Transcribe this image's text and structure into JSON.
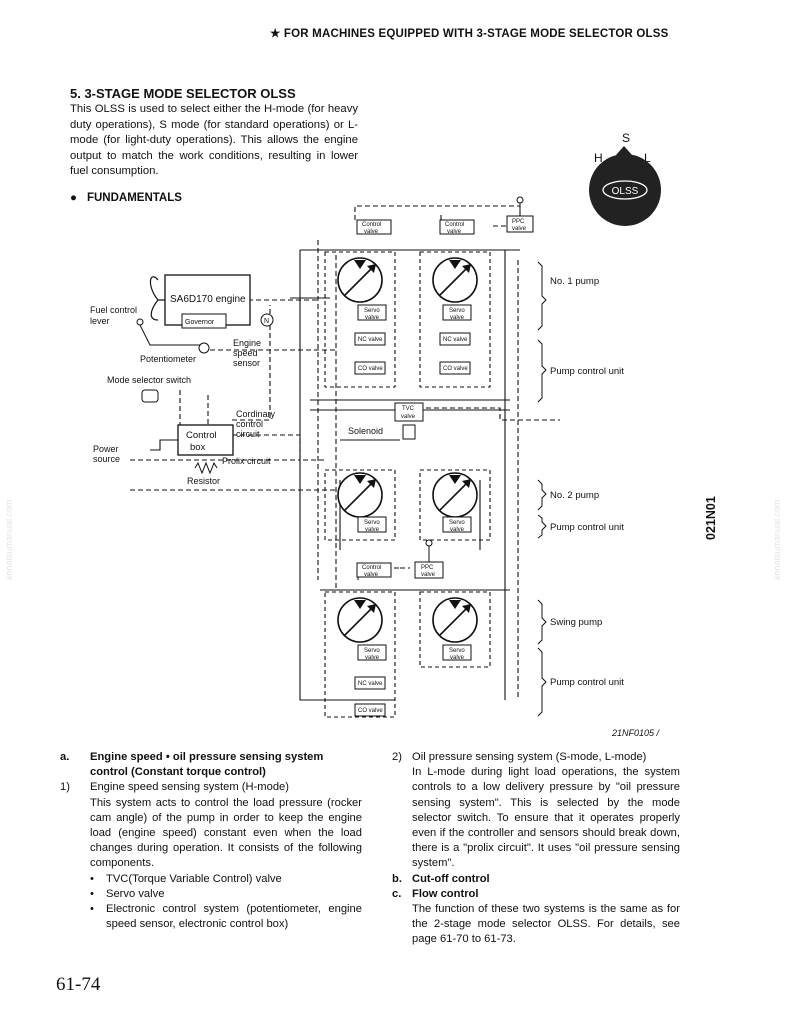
{
  "header": {
    "text": "★  FOR MACHINES EQUIPPED WITH 3-STAGE MODE SELECTOR OLSS"
  },
  "section": {
    "title": "5.  3-STAGE MODE SELECTOR OLSS",
    "intro": "This OLSS is used to select either the H-mode (for heavy duty operations), S mode (for standard operations) or L-mode (for light-duty operations). This allows the engine output to match the work conditions, resulting in lower fuel consumption."
  },
  "selector": {
    "s": "S",
    "h": "H",
    "l": "L",
    "center": "OLSS"
  },
  "fundamentals": {
    "bullet": "●",
    "label": "FUNDAMENTALS"
  },
  "diagram": {
    "engine": "SA6D170 engine",
    "governor": "Governor",
    "fuel_lever": [
      "Fuel control",
      "lever"
    ],
    "potentiometer": "Potentiometer",
    "speed_sensor": [
      "Engine",
      "speed",
      "sensor"
    ],
    "mode_switch": "Mode selector switch",
    "control_box": [
      "Control",
      "box"
    ],
    "ordinary_circuit": [
      "Cordinary",
      "control",
      "circuit"
    ],
    "power_source": [
      "Power",
      "source"
    ],
    "prolix": "Prolix circuit",
    "resistor": "Resistor",
    "solenoid": "Solenoid",
    "tvc": [
      "TVC",
      "valve"
    ],
    "control_valve": [
      "Control",
      "valve"
    ],
    "ppc_valve": [
      "PPC",
      "valve"
    ],
    "servo_valve": [
      "Servo",
      "valve"
    ],
    "nc_valve": "NC valve",
    "co_valve": "CO valve",
    "pump1": "No. 1 pump",
    "pump2": "No. 2 pump",
    "swing": "Swing pump",
    "pcu": "Pump control unit",
    "figcode": "21NF0105 /"
  },
  "vertical_code": "021N01",
  "watermark": "konatsumanual.com",
  "left_col": {
    "a_mark": "a.",
    "a_title": "Engine speed • oil pressure sensing system control (Constant torque control)",
    "i1_mark": "1)",
    "i1_title": "Engine speed sensing system (H-mode)",
    "i1_body": "This system acts to control the load pressure (rocker cam angle) of the pump in order to keep the engine load (engine speed) constant even when the load changes during operation. It consists of the following components.",
    "bullets": [
      "TVC(Torque Variable Control) valve",
      "Servo valve",
      "Electronic control system (potentiometer, engine speed sensor, electronic control box)"
    ]
  },
  "right_col": {
    "i2_mark": "2)",
    "i2_title": "Oil pressure sensing system (S-mode, L-mode)",
    "i2_body": "In L-mode during light load operations, the system controls to a low delivery pressure by \"oil pressure sensing system\". This is selected by the mode selector switch. To ensure that it operates properly even if the controller and sensors should break down, there is a \"prolix circuit\". It uses \"oil pressure sensing system\".",
    "b_mark": "b.",
    "b_title": "Cut-off control",
    "c_mark": "c.",
    "c_title": "Flow control",
    "c_body": "The function of these two systems is the same as for the 2-stage mode selector OLSS. For details, see page 61-70 to 61-73."
  },
  "page_number": "61-74"
}
